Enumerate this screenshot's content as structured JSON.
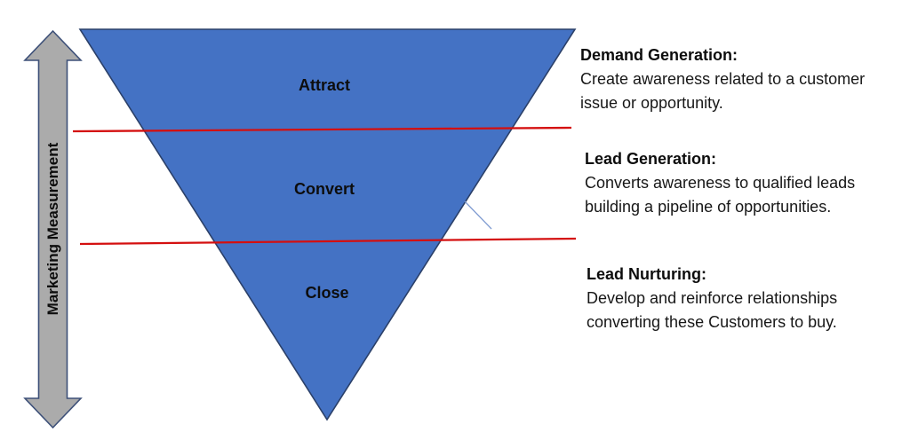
{
  "diagram": {
    "axis_label": "Marketing Measurement",
    "stages": [
      {
        "label": "Attract"
      },
      {
        "label": "Convert"
      },
      {
        "label": "Close"
      }
    ],
    "colors": {
      "funnel_fill": "#4472C4",
      "funnel_border": "#2B4069",
      "divider_red": "#D40F0F",
      "arrow_fill": "#ABABAB",
      "arrow_border": "#3D5078",
      "callout_blue": "#7F9BD1",
      "text": "#0D0D0D"
    }
  },
  "annotations": [
    {
      "heading": "Demand Generation:",
      "body": "Create awareness related to a customer issue or opportunity."
    },
    {
      "heading": "Lead Generation:",
      "body": "Converts awareness to qualified leads building a pipeline of opportunities."
    },
    {
      "heading": "Lead Nurturing:",
      "body": "Develop and reinforce relationships converting these Customers to buy."
    }
  ]
}
